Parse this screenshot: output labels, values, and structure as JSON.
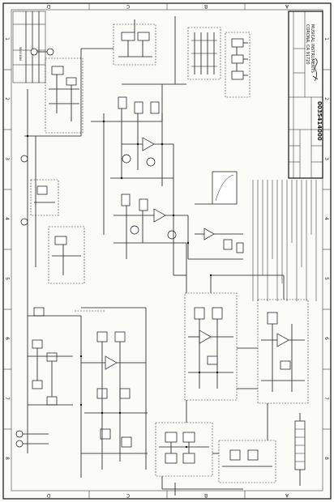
{
  "title_block": {
    "company_line1": "MUSICAL INSTRUMENTS",
    "company_line2": "CORONA, CA 91720",
    "drawing_number": "0035414000"
  },
  "revision_table": {
    "header": "REVISIONS"
  },
  "zones": {
    "columns_top": [
      "D",
      "C",
      "B",
      "A"
    ],
    "columns_bottom": [
      "D",
      "C",
      "B",
      "A"
    ],
    "rows_left": [
      "1",
      "2",
      "3",
      "4",
      "5",
      "6",
      "7",
      "8"
    ],
    "rows_right": [
      "1",
      "2",
      "3",
      "4",
      "5",
      "6",
      "7",
      "8"
    ]
  },
  "colors": {
    "ink": "#1a1a1a",
    "paper": "#fbfbf8"
  }
}
